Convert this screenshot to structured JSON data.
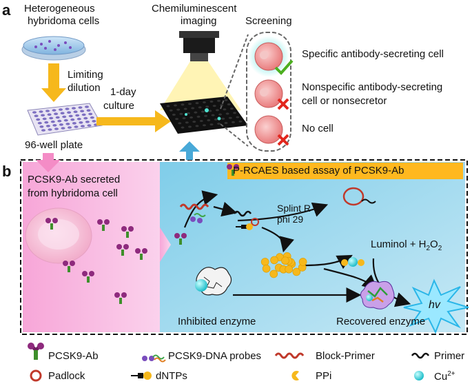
{
  "panel_a": {
    "letter": "a",
    "cells_label_line1": "Heterogeneous",
    "cells_label_line2": "hybridoma cells",
    "limiting_line1": "Limiting",
    "limiting_line2": "dilution",
    "culture_line1": "1-day",
    "culture_line2": "culture",
    "plate_label": "96-well plate",
    "imaging_line1": "Chemiluminescent",
    "imaging_line2": "imaging",
    "screening_label": "Screening",
    "result_specific": "Specific antibody-secreting cell",
    "result_nonspecific_line1": "Nonspecific antibody-secreting",
    "result_nonspecific_line2": "cell or nonsecretor",
    "result_nocell": "No cell"
  },
  "panel_b": {
    "letter": "b",
    "secreted_line1": "PCSK9-Ab secreted",
    "secreted_line2": "from hybridoma cell",
    "assay_title": "P-RCAES based assay of PCSK9-Ab",
    "splint_line1": "Splint R",
    "splint_line2": "phi 29",
    "luminol": "Luminol + H",
    "luminol_sub": "2",
    "luminol_o": "O",
    "luminol_sub2": "2",
    "hv": "hv",
    "inhibited": "Inhibited enzyme",
    "recovered": "Recovered enzyme"
  },
  "legend": [
    {
      "label": "PCSK9-Ab",
      "icon": "antibody-icon"
    },
    {
      "label": "PCSK9-DNA probes",
      "icon": "dna-probe-icon"
    },
    {
      "label": "Block-Primer",
      "icon": "block-primer-icon"
    },
    {
      "label": "Primer",
      "icon": "primer-icon"
    },
    {
      "label": "Padlock",
      "icon": "padlock-icon"
    },
    {
      "label": "dNTPs",
      "icon": "dntp-icon"
    },
    {
      "label": "PPi",
      "icon": "ppi-icon"
    },
    {
      "label": "Cu",
      "sup": "2+",
      "icon": "copper-ion-icon"
    }
  ],
  "colors": {
    "arrow_orange": "#f6b81c",
    "pink_panel": "#f7b8e4",
    "blue_panel": "#9fd9ef",
    "assay_banner": "#ffb81f",
    "cell_red": "#f08a8a",
    "cross_red": "#e2261d",
    "check_green": "#4caf1f"
  }
}
